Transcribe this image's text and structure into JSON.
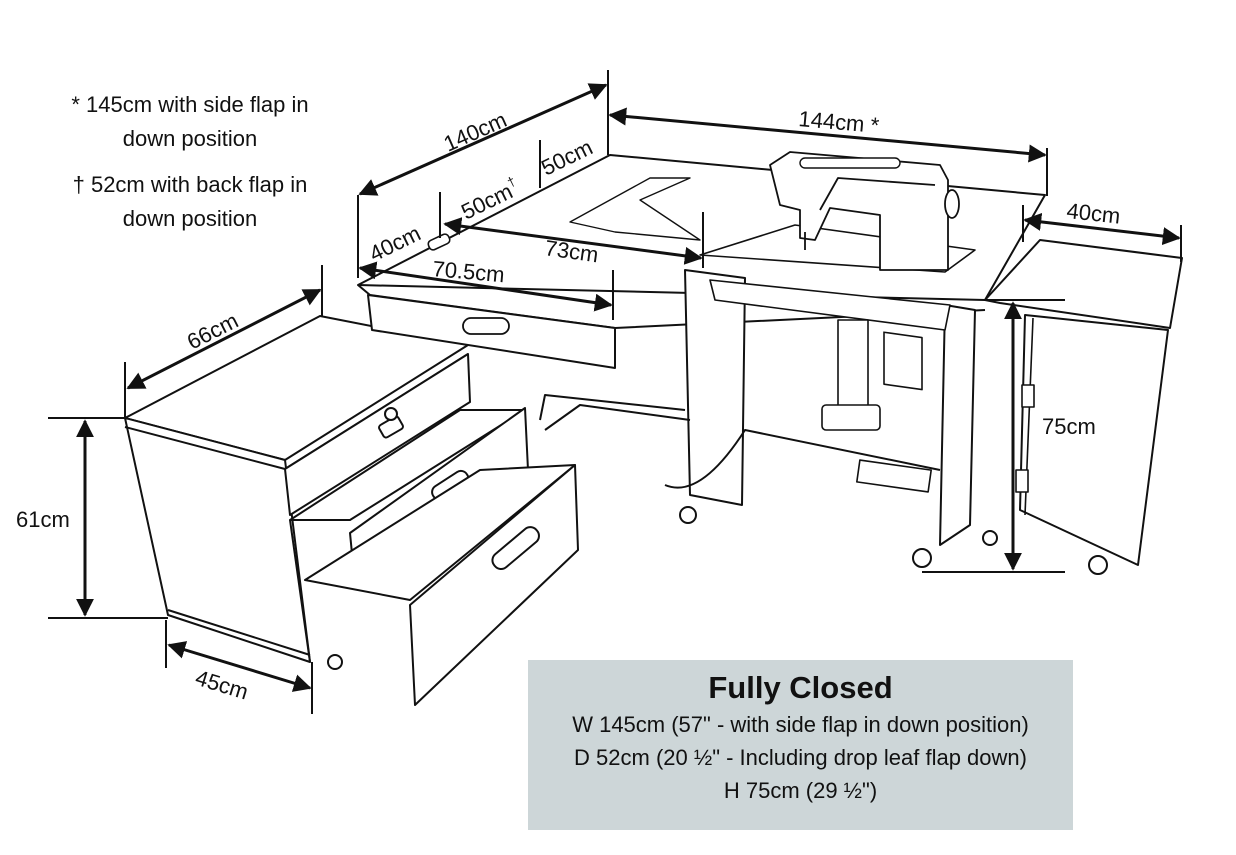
{
  "notes": {
    "side_flap_line1": "* 145cm with side flap in",
    "side_flap_line2": "down position",
    "back_flap_line1": "† 52cm with back flap in",
    "back_flap_line2": "down position"
  },
  "dimensions": {
    "table_length": "140cm",
    "overall_width": "144cm *",
    "flap_width": "40cm",
    "depth_back": "50cm",
    "depth_mid": "50cm",
    "depth_mid_mark": "†",
    "depth_front": "40cm",
    "opening_width": "73cm",
    "drawer_width": "70.5cm",
    "table_height": "75cm",
    "cabinet_length": "66cm",
    "cabinet_height": "61cm",
    "cabinet_width": "45cm"
  },
  "info_box": {
    "title": "Fully Closed",
    "width_line": "W 145cm (57\" - with side flap in down position)",
    "depth_line": "D 52cm (20 ½\" - Including drop leaf flap down)",
    "height_line": "H 75cm (29 ½\")"
  },
  "colors": {
    "line": "#111111",
    "info_box_background": "#cdd6d8"
  }
}
